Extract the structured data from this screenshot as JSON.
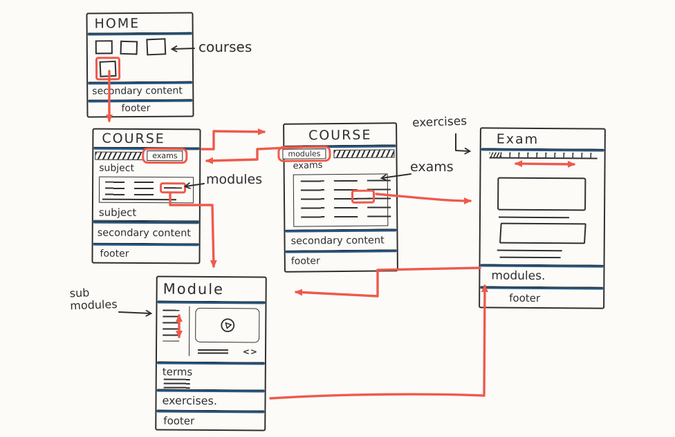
{
  "colors": {
    "paper": "#fcfbf8",
    "ink": "#2e2e2e",
    "blue": "#27567f",
    "red": "#ee5a4c"
  },
  "pages": {
    "home": {
      "title": "HOME",
      "secondary_content": "secondary content",
      "footer": "footer"
    },
    "course_subject": {
      "title": "COURSE",
      "tab_exams": "exams",
      "subject_top": "subject",
      "subject_bottom": "subject",
      "secondary_content": "secondary content",
      "footer": "footer"
    },
    "course_exams": {
      "title": "COURSE",
      "tab_modules": "modules",
      "tab_caption": "exams",
      "secondary_content": "secondary content",
      "footer": "footer"
    },
    "exam": {
      "title": "Exam",
      "modules_section": "modules.",
      "footer": "footer"
    },
    "module": {
      "title": "Module",
      "terms_section": "terms",
      "exercises_section": "exercises.",
      "footer": "footer",
      "code_icon": "<>"
    }
  },
  "annotations": {
    "courses": "courses",
    "exercises": "exercises",
    "exams": "exams",
    "modules": "modules",
    "sub_modules": "sub modules"
  }
}
